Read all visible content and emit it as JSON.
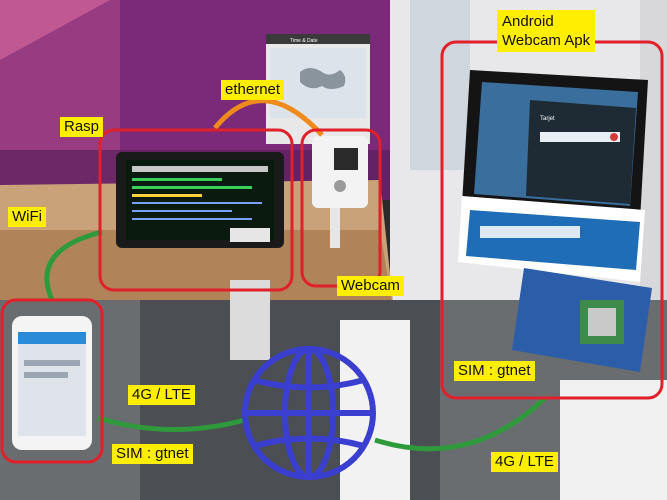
{
  "labels": {
    "android_line1": "Android",
    "android_line2": "Webcam Apk",
    "ethernet": "ethernet",
    "rasp": "Rasp",
    "wifi": "WiFi",
    "webcam": "Webcam",
    "lte_left": "4G / LTE",
    "sim_left": "SIM : gtnet",
    "sim_right": "SIM : gtnet",
    "lte_right": "4G / LTE"
  },
  "screen_text": {
    "window_title": "Time & Date",
    "tablet_header": "Tarjet"
  },
  "colors": {
    "label_bg": "#ffee00",
    "box_red": "#e0202a",
    "globe_blue": "#3b3fd0",
    "link_green": "#2f9a3c",
    "ethernet_orange": "#f08a1c",
    "desktop_purple": "#7a2a78"
  }
}
